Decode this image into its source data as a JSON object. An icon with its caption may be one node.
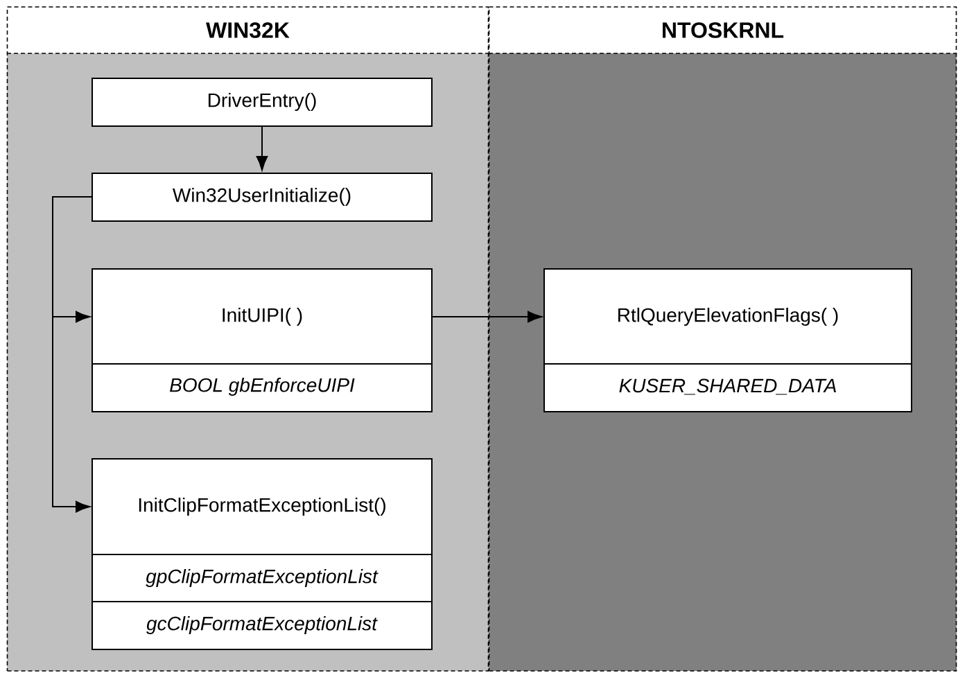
{
  "diagram": {
    "nodes": [
      {
        "text": [
          "WIN32K"
        ]
      },
      {
        "text": [
          "NTOSKRNL"
        ]
      },
      {
        "text": [
          "DriverEntry()"
        ],
        "in": 0
      },
      {
        "text": [
          "Win32UserInitialize()"
        ],
        "in": 0
      },
      {
        "text": [
          "InitUIPI( )",
          "*BOOL gbEnforceUIPI*"
        ],
        "in": 0
      },
      {
        "text": [
          "InitClipFormatExceptionList()",
          "*gpClipFormatExceptionList*",
          "*gcClipFormatExceptionList*"
        ],
        "in": 0
      },
      {
        "text": [
          "RtlQueryElevationFlags( )",
          "*KUSER_SHARED_DATA*"
        ],
        "in": 1
      }
    ],
    "edges": [
      {
        "from": 2,
        "to": 3,
        "arrow": "to"
      },
      {
        "from": 3,
        "to": 4,
        "arrow": "to"
      },
      {
        "from": 3,
        "to": 5,
        "arrow": "to"
      },
      {
        "from": 4,
        "to": 6,
        "arrow": "to"
      }
    ]
  }
}
